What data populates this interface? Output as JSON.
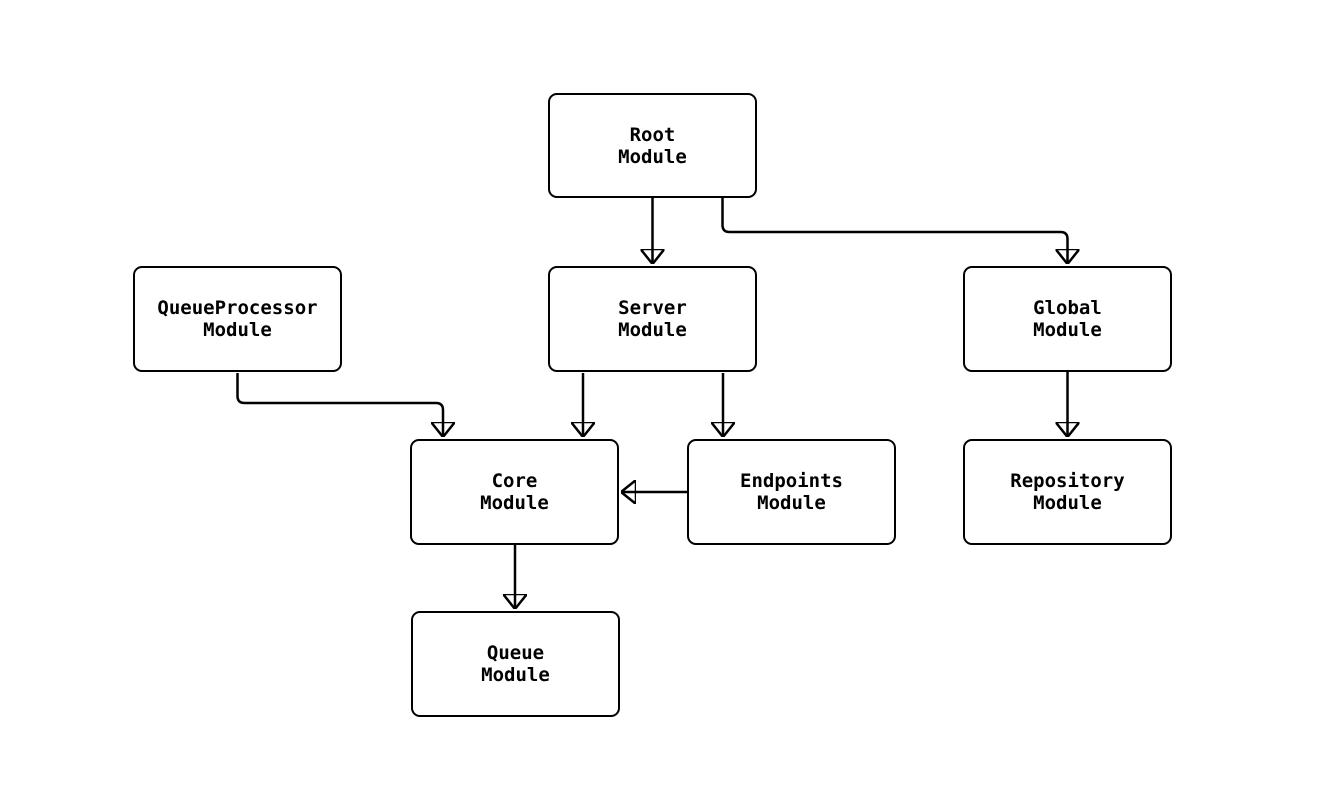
{
  "diagram": {
    "type": "module-dependency-flowchart",
    "colors": {
      "background": "#ffffff",
      "node_fill": "#ffffff",
      "node_border": "#000000",
      "edge": "#000000",
      "text": "#000000"
    },
    "nodes": [
      {
        "id": "root",
        "line1": "Root",
        "line2": "Module"
      },
      {
        "id": "queueprocessor",
        "line1": "QueueProcessor",
        "line2": "Module"
      },
      {
        "id": "server",
        "line1": "Server",
        "line2": "Module"
      },
      {
        "id": "global",
        "line1": "Global",
        "line2": "Module"
      },
      {
        "id": "core",
        "line1": "Core",
        "line2": "Module"
      },
      {
        "id": "endpoints",
        "line1": "Endpoints",
        "line2": "Module"
      },
      {
        "id": "repository",
        "line1": "Repository",
        "line2": "Module"
      },
      {
        "id": "queue",
        "line1": "Queue",
        "line2": "Module"
      }
    ],
    "edges": [
      {
        "from": "Root Module",
        "to": "Server Module"
      },
      {
        "from": "Root Module",
        "to": "Global Module"
      },
      {
        "from": "QueueProcessor Module",
        "to": "Core Module"
      },
      {
        "from": "Server Module",
        "to": "Core Module"
      },
      {
        "from": "Server Module",
        "to": "Endpoints Module"
      },
      {
        "from": "Endpoints Module",
        "to": "Core Module"
      },
      {
        "from": "Global Module",
        "to": "Repository Module"
      },
      {
        "from": "Core Module",
        "to": "Queue Module"
      }
    ]
  }
}
